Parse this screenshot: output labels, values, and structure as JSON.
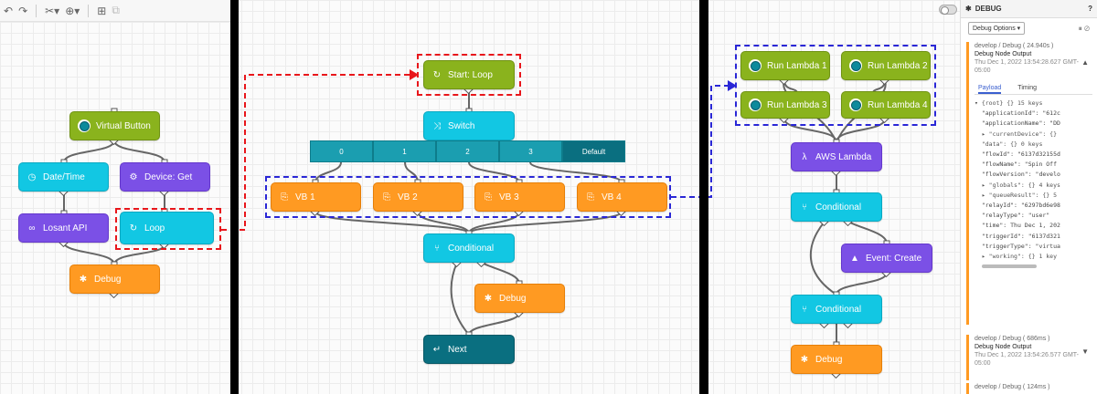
{
  "toolbar": {
    "undo_icon": "undo-icon",
    "redo_icon": "redo-icon",
    "cut_icon": "scissors-icon",
    "zoom_icon": "zoom-icon",
    "add_icon": "add-icon"
  },
  "panel1": {
    "virtual_button": "Virtual Button",
    "datetime": "Date/Time",
    "device_get": "Device: Get",
    "losant_api": "Losant API",
    "loop": "Loop",
    "debug": "Debug"
  },
  "panel2": {
    "start_loop": "Start: Loop",
    "switch": "Switch",
    "cases": [
      "0",
      "1",
      "2",
      "3",
      "Default"
    ],
    "vb": [
      "VB 1",
      "VB 2",
      "VB 3",
      "VB 4"
    ],
    "conditional": "Conditional",
    "debug": "Debug",
    "next": "Next"
  },
  "panel3": {
    "lambdas": [
      "Run Lambda 1",
      "Run Lambda 2",
      "Run Lambda 3",
      "Run Lambda 4"
    ],
    "aws_lambda": "AWS Lambda",
    "conditional1": "Conditional",
    "event_create": "Event: Create",
    "conditional2": "Conditional",
    "debug": "Debug"
  },
  "debug_panel": {
    "title": "DEBUG",
    "options_label": "Debug Options ▾",
    "entries": [
      {
        "source": "develop / Debug ( 24.940s )",
        "name": "Debug Node Output",
        "time": "Thu Dec 1, 2022 13:54:28.627 GMT-05:00"
      },
      {
        "source": "develop / Debug ( 686ms )",
        "name": "Debug Node Output",
        "time": "Thu Dec 1, 2022 13:54:26.577 GMT-05:00"
      },
      {
        "source": "develop / Debug ( 124ms )"
      }
    ],
    "tabs": [
      "Payload",
      "Timing"
    ],
    "json_lines": [
      "▾ {root} {} 15 keys",
      "  \"applicationId\": \"612c",
      "  \"applicationName\": \"DD",
      "  ▸ \"currentDevice\": {}",
      "  \"data\": {} 0 keys",
      "  \"flowId\": \"6137d32155d",
      "  \"flowName\": \"Spin Off",
      "  \"flowVersion\": \"develo",
      "  ▸ \"globals\": {} 4 keys",
      "  ▸ \"queueResult\": {} 5",
      "  \"relayId\": \"6297bd6e98",
      "  \"relayType\": \"user\"",
      "  \"time\": Thu Dec 1, 202",
      "  \"triggerId\": \"6137d321",
      "  \"triggerType\": \"virtua",
      "  ▸ \"working\": {} 1 key"
    ]
  },
  "colors": {
    "green": "#8ab31d",
    "cyan": "#12c7e3",
    "purple": "#7b50e6",
    "orange": "#ff9a22",
    "teal": "#0a6f80",
    "red_dash": "#e8161b",
    "blue_dash": "#2a27d6"
  }
}
